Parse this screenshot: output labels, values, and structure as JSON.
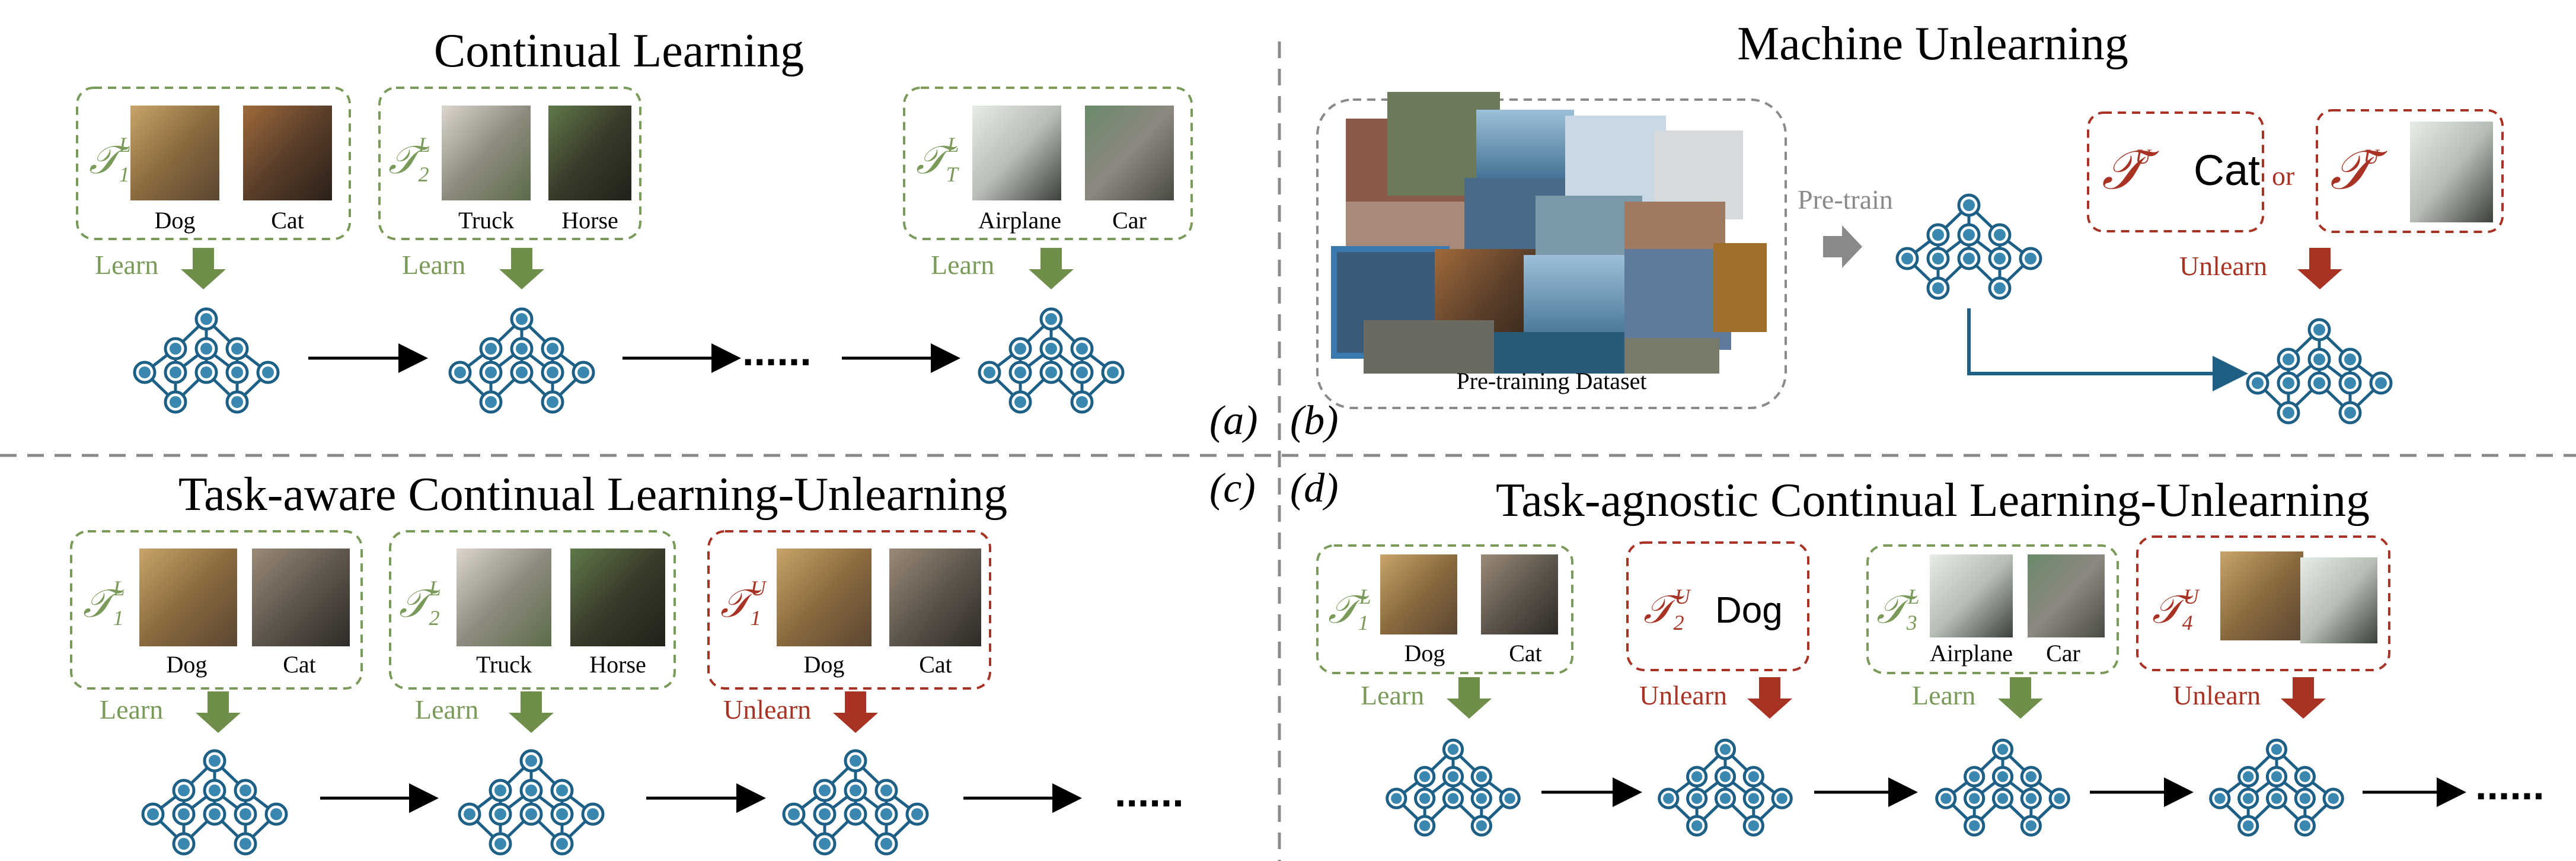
{
  "titles": {
    "a": "Continual Learning",
    "b": "Machine Unlearning",
    "c": "Task-aware Continual Learning-Unlearning",
    "d": "Task-agnostic Continual Learning-Unlearning"
  },
  "panel_labels": {
    "a": "(a)",
    "b": "(b)",
    "c": "(c)",
    "d": "(d)"
  },
  "actions": {
    "learn": "Learn",
    "unlearn": "Unlearn",
    "pretrain": "Pre-train"
  },
  "captions": {
    "dog": "Dog",
    "cat": "Cat",
    "truck": "Truck",
    "horse": "Horse",
    "airplane": "Airplane",
    "car": "Car",
    "pretraining_dataset": "Pre-training Dataset"
  },
  "task_symbols": {
    "base": "𝒯",
    "learn_sup": "L",
    "unlearn_sup": "U"
  },
  "task_indices": {
    "t1": "1",
    "t2": "2",
    "t3": "3",
    "t4": "4",
    "tT": "T"
  },
  "words": {
    "cat": "Cat",
    "or": "or",
    "dog": "Dog"
  },
  "ellipsis": "......",
  "colors": {
    "learn_green": "#7a9a5a",
    "unlearn_red": "#a83224",
    "network_blue": "#1e5f86",
    "network_fill": "#3a87b0",
    "pretrain_gray": "#8a8a8a",
    "divider_gray": "#8a8a8a"
  }
}
